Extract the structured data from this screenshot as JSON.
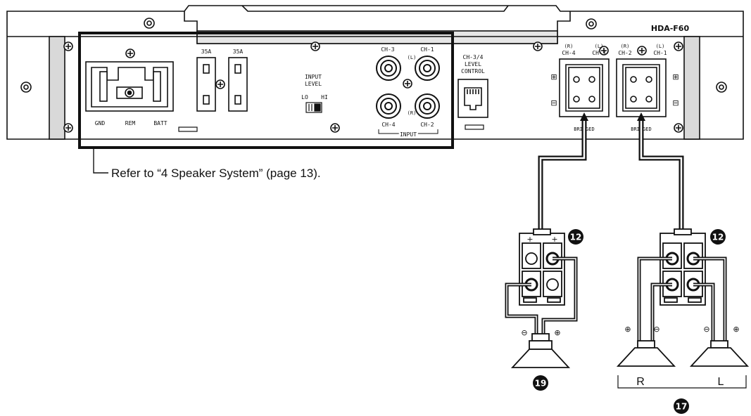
{
  "amplifier": {
    "model": "HDA-F60",
    "fuse_labels": [
      "35A",
      "35A"
    ],
    "power_labels": {
      "gnd": "GND",
      "rem": "REM",
      "batt": "BATT"
    },
    "input_level": {
      "title_line1": "INPUT",
      "title_line2": "LEVEL",
      "lo": "LO",
      "hi": "HI"
    },
    "rca": {
      "ch3": "CH-3",
      "ch1": "CH-1",
      "ch4": "CH-4",
      "ch2": "CH-2",
      "l": "(L)",
      "r": "(R)",
      "input": "INPUT"
    },
    "level_control": {
      "line1": "CH-3/4",
      "line2": "LEVEL",
      "line3": "CONTROL"
    },
    "speaker_out_left": {
      "r_mark": "(R)",
      "r_ch": "CH-4",
      "l_mark": "(L)",
      "l_ch": "CH-3",
      "bridged": "BRIDGED"
    },
    "speaker_out_right": {
      "r_mark": "(R)",
      "r_ch": "CH-2",
      "l_mark": "(L)",
      "l_ch": "CH-1",
      "bridged": "BRIDGED"
    }
  },
  "caption": "Refer to “4 Speaker System” (page 13).",
  "badges": {
    "connector_left": "12",
    "connector_right": "12",
    "speaker_single": "19",
    "speaker_pair": "17"
  },
  "speakers": {
    "r_label": "R",
    "l_label": "L",
    "minus": "⊖",
    "plus": "⊕"
  }
}
